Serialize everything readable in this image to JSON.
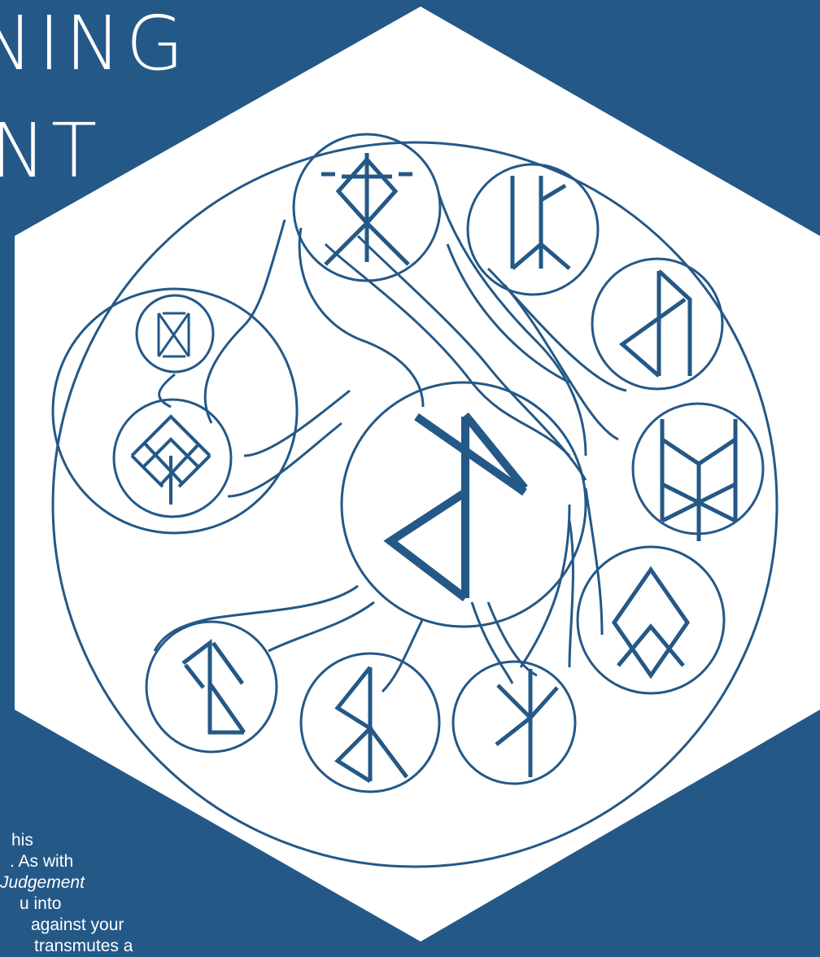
{
  "title": {
    "line1": "NING",
    "line2": "NT"
  },
  "body_lines": [
    "his",
    ". As with",
    "Judgement",
    "u into",
    "against your",
    "transmutes a"
  ],
  "colors": {
    "background": "#245887",
    "hexagon": "#ffffff",
    "rune_stroke": "#245887",
    "text": "#ffffff"
  },
  "icons": [
    "rune-othala-icon",
    "rune-mannaz-icon",
    "rune-dagaz-icon",
    "rune-gebo-icon",
    "rune-berkano-icon",
    "rune-thurisaz-icon",
    "rune-ingwaz-icon",
    "rune-perthro-icon",
    "rune-bindrune-icon",
    "rune-kenaz-icon",
    "rune-sowilo-icon"
  ]
}
